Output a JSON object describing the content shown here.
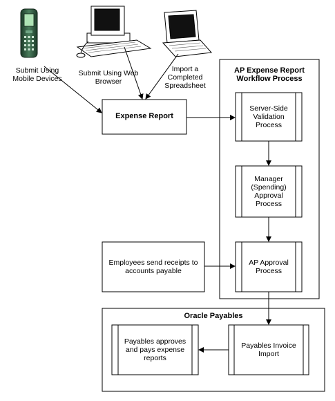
{
  "sources": {
    "mobile": "Submit Using\nMobile Devices",
    "web": "Submit Using Web\nBrowser",
    "spreadsheet": "Import a\nCompleted\nSpreadsheet"
  },
  "expense_report": "Expense Report",
  "workflow": {
    "title": "AP Expense Report\nWorkflow Process",
    "validation": "Server-Side\nValidation\nProcess",
    "manager": "Manager\n(Spending)\nApproval\nProcess",
    "ap_approval": "AP Approval\nProcess"
  },
  "receipts": "Employees send receipts to\naccounts payable",
  "payables": {
    "title": "Oracle Payables",
    "invoice_import": "Payables Invoice\nImport",
    "approves_pays": "Payables approves\nand pays expense\nreports"
  }
}
